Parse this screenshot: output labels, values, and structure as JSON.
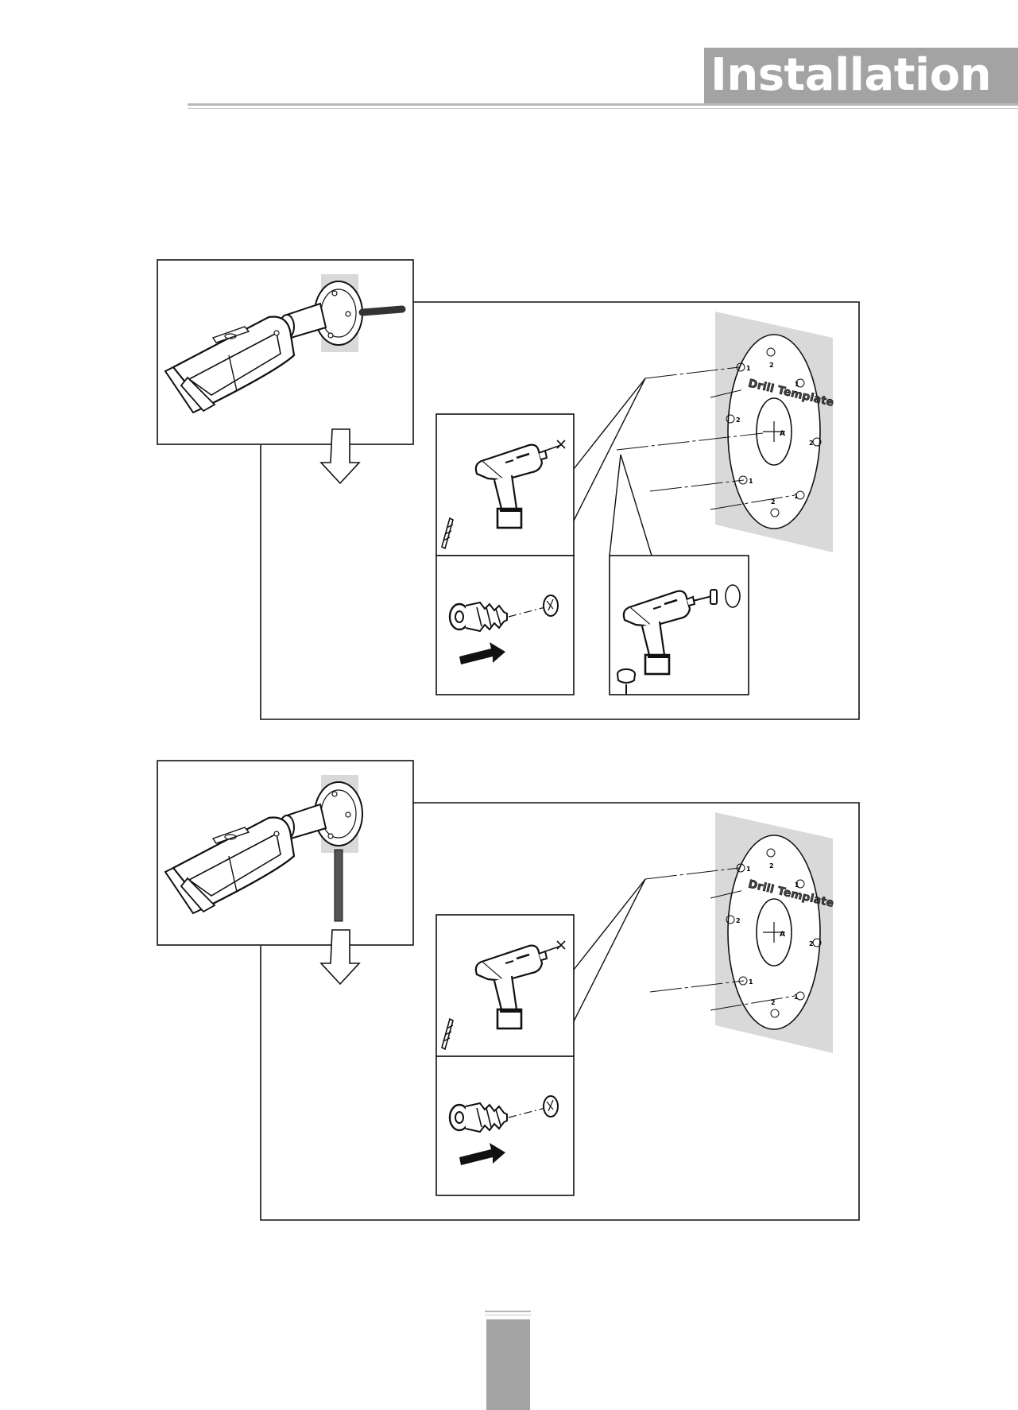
{
  "header": {
    "title": "Installation"
  },
  "figures": [
    {
      "id": "cable-through-wall",
      "template": {
        "title": "Drill Template",
        "center_label": "A",
        "hole_labels": [
          "1",
          "2",
          "1",
          "2",
          "2",
          "1",
          "1",
          "2"
        ]
      },
      "has_anchor_drilling_panel": true
    },
    {
      "id": "cable-along-wall",
      "template": {
        "title": "Drill Template",
        "center_label": "A",
        "hole_labels": [
          "1",
          "2",
          "1",
          "2",
          "2",
          "1",
          "1",
          "2"
        ]
      },
      "has_anchor_drilling_panel": false
    }
  ],
  "colors": {
    "header_tab": "#a3a3a3",
    "wall": "#d9d9d9",
    "line": "#111111"
  }
}
